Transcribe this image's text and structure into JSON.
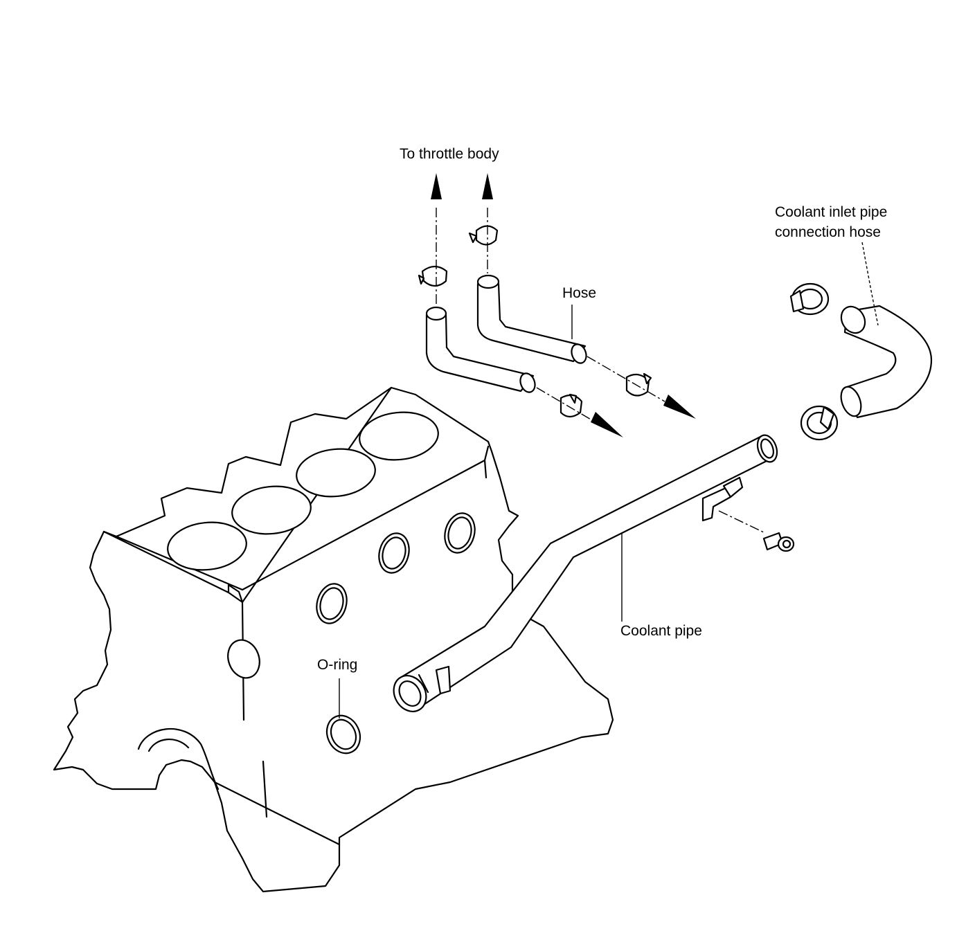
{
  "labels": {
    "to_throttle_body": "To throttle body",
    "coolant_inlet_hose_line1": "Coolant inlet pipe",
    "coolant_inlet_hose_line2": "connection hose",
    "hose": "Hose",
    "coolant_pipe": "Coolant pipe",
    "o_ring": "O-ring"
  }
}
